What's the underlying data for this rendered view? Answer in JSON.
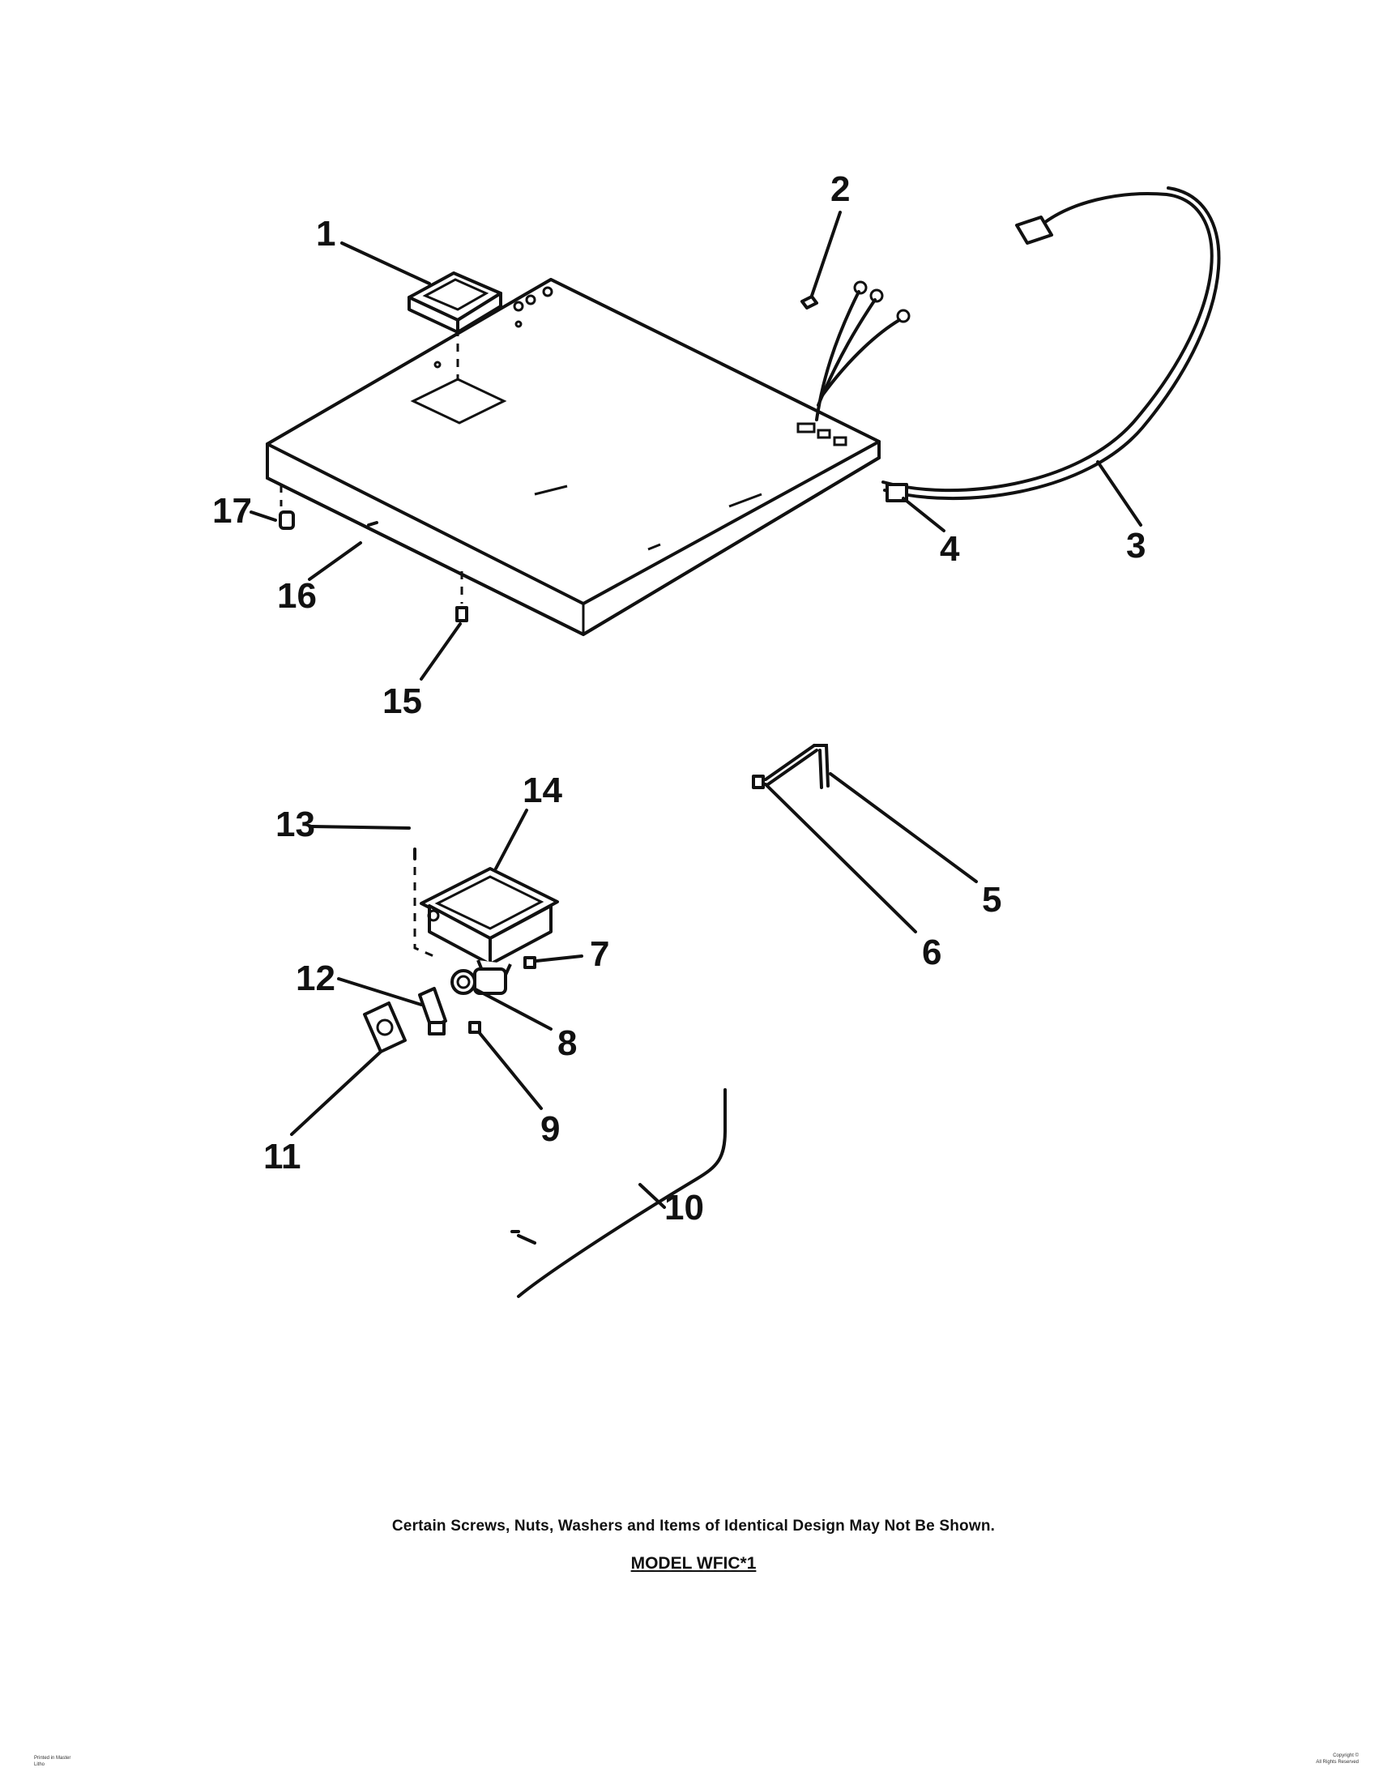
{
  "callouts": {
    "c1": "1",
    "c2": "2",
    "c3": "3",
    "c4": "4",
    "c5": "5",
    "c6": "6",
    "c7": "7",
    "c8": "8",
    "c9": "9",
    "c10": "10",
    "c11": "11",
    "c12": "12",
    "c13": "13",
    "c14": "14",
    "c15": "15",
    "c16": "16",
    "c17": "17"
  },
  "footnote": {
    "disclaimer": "Certain Screws, Nuts, Washers and Items of Identical Design May Not Be Shown.",
    "model": "MODEL WFIC*1"
  },
  "fine_print": {
    "left_line1": "Printed in Master",
    "left_line2": "Litho",
    "right_line1": "Copyright ©",
    "right_line2": "All Rights Reserved"
  }
}
